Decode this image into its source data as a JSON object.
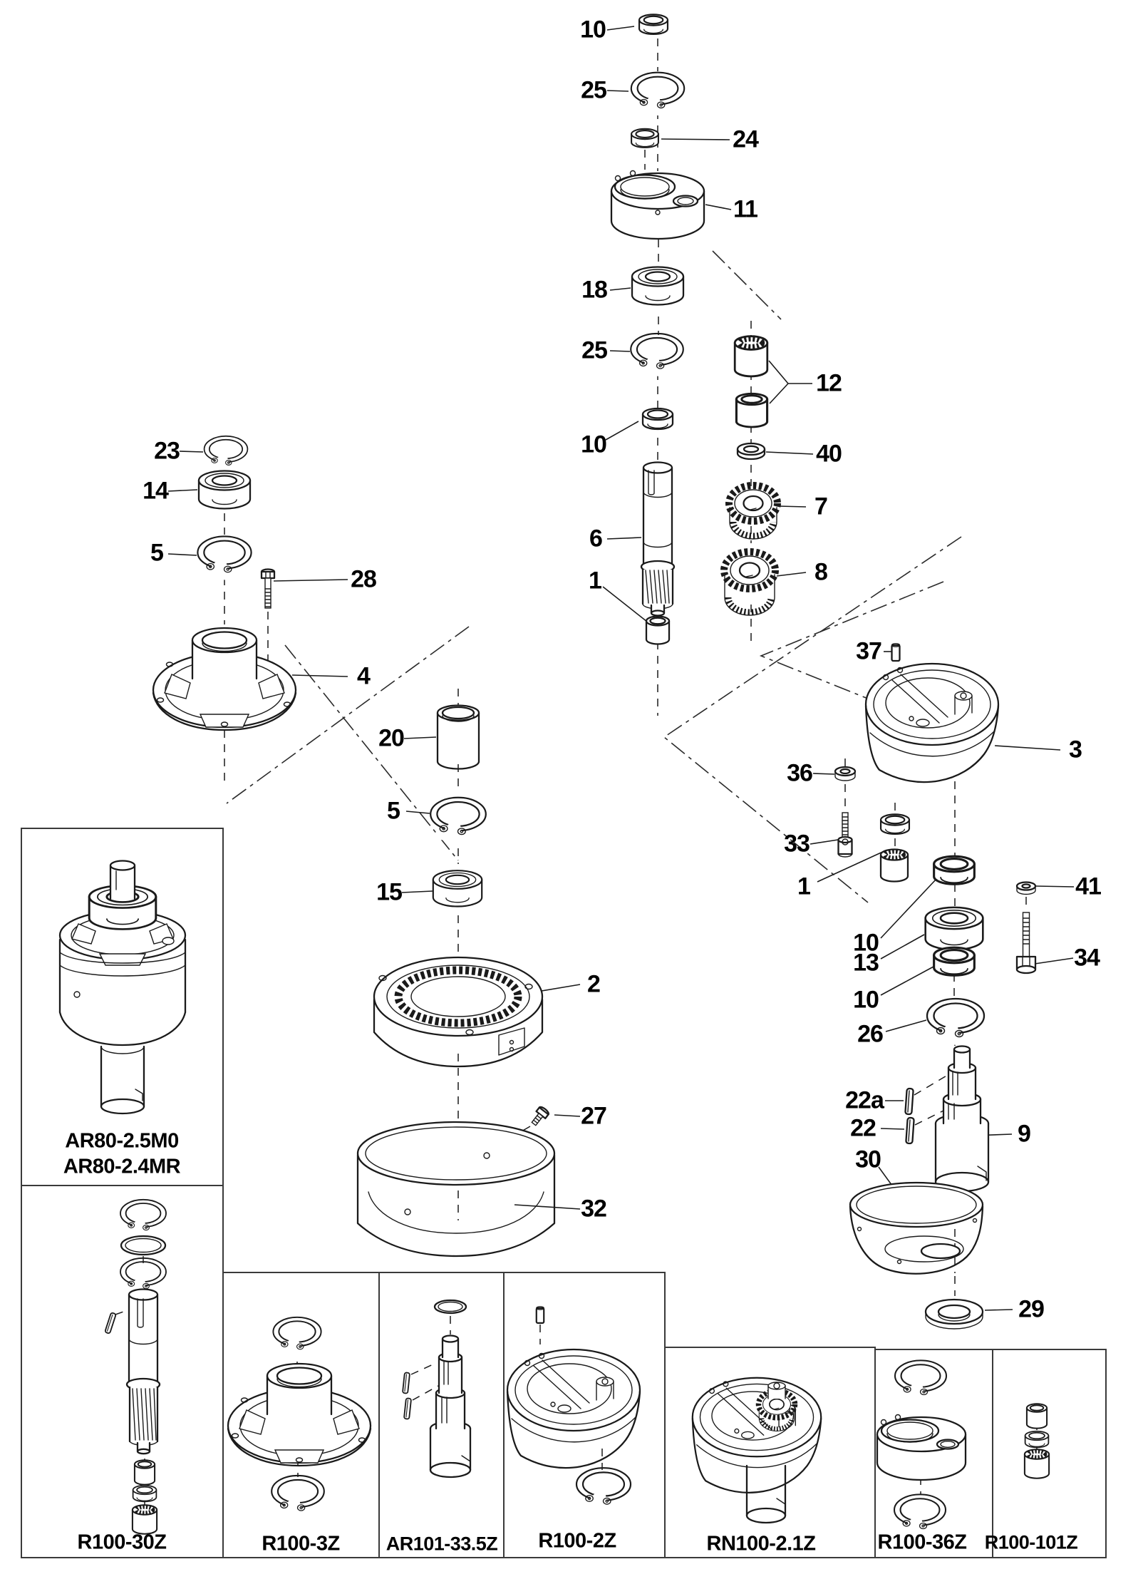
{
  "diagram": {
    "kind": "exploded-parts-diagram",
    "colors": {
      "ink": "#1a1a1a",
      "background": "#ffffff"
    }
  },
  "callouts": [
    {
      "id": "10a",
      "text": "10"
    },
    {
      "id": "25a",
      "text": "25"
    },
    {
      "id": "24",
      "text": "24"
    },
    {
      "id": "11",
      "text": "11"
    },
    {
      "id": "18",
      "text": "18"
    },
    {
      "id": "25b",
      "text": "25"
    },
    {
      "id": "12",
      "text": "12"
    },
    {
      "id": "10b",
      "text": "10"
    },
    {
      "id": "40",
      "text": "40"
    },
    {
      "id": "7",
      "text": "7"
    },
    {
      "id": "6",
      "text": "6"
    },
    {
      "id": "8",
      "text": "8"
    },
    {
      "id": "1a",
      "text": "1"
    },
    {
      "id": "23",
      "text": "23"
    },
    {
      "id": "14",
      "text": "14"
    },
    {
      "id": "5a",
      "text": "5"
    },
    {
      "id": "28",
      "text": "28"
    },
    {
      "id": "4",
      "text": "4"
    },
    {
      "id": "37",
      "text": "37"
    },
    {
      "id": "3",
      "text": "3"
    },
    {
      "id": "36",
      "text": "36"
    },
    {
      "id": "20",
      "text": "20"
    },
    {
      "id": "33",
      "text": "33"
    },
    {
      "id": "5b",
      "text": "5"
    },
    {
      "id": "1b",
      "text": "1"
    },
    {
      "id": "41",
      "text": "41"
    },
    {
      "id": "15",
      "text": "15"
    },
    {
      "id": "10c",
      "text": "10"
    },
    {
      "id": "13",
      "text": "13"
    },
    {
      "id": "34",
      "text": "34"
    },
    {
      "id": "10d",
      "text": "10"
    },
    {
      "id": "2",
      "text": "2"
    },
    {
      "id": "26",
      "text": "26"
    },
    {
      "id": "22a",
      "text": "22a"
    },
    {
      "id": "22",
      "text": "22"
    },
    {
      "id": "9",
      "text": "9"
    },
    {
      "id": "27",
      "text": "27"
    },
    {
      "id": "30",
      "text": "30"
    },
    {
      "id": "32",
      "text": "32"
    },
    {
      "id": "29",
      "text": "29"
    }
  ],
  "kits": [
    {
      "id": "ar80",
      "line1": "AR80-2.5M0",
      "line2": "AR80-2.4MR"
    },
    {
      "id": "r100-30z",
      "line1": "R100-30Z"
    },
    {
      "id": "r100-3z",
      "line1": "R100-3Z"
    },
    {
      "id": "ar101-33-5z",
      "line1": "AR101-33.5Z"
    },
    {
      "id": "r100-2z",
      "line1": "R100-2Z"
    },
    {
      "id": "rn100-2-1z",
      "line1": "RN100-2.1Z"
    },
    {
      "id": "r100-36z",
      "line1": "R100-36Z"
    },
    {
      "id": "r100-101z",
      "line1": "R100-101Z"
    }
  ]
}
